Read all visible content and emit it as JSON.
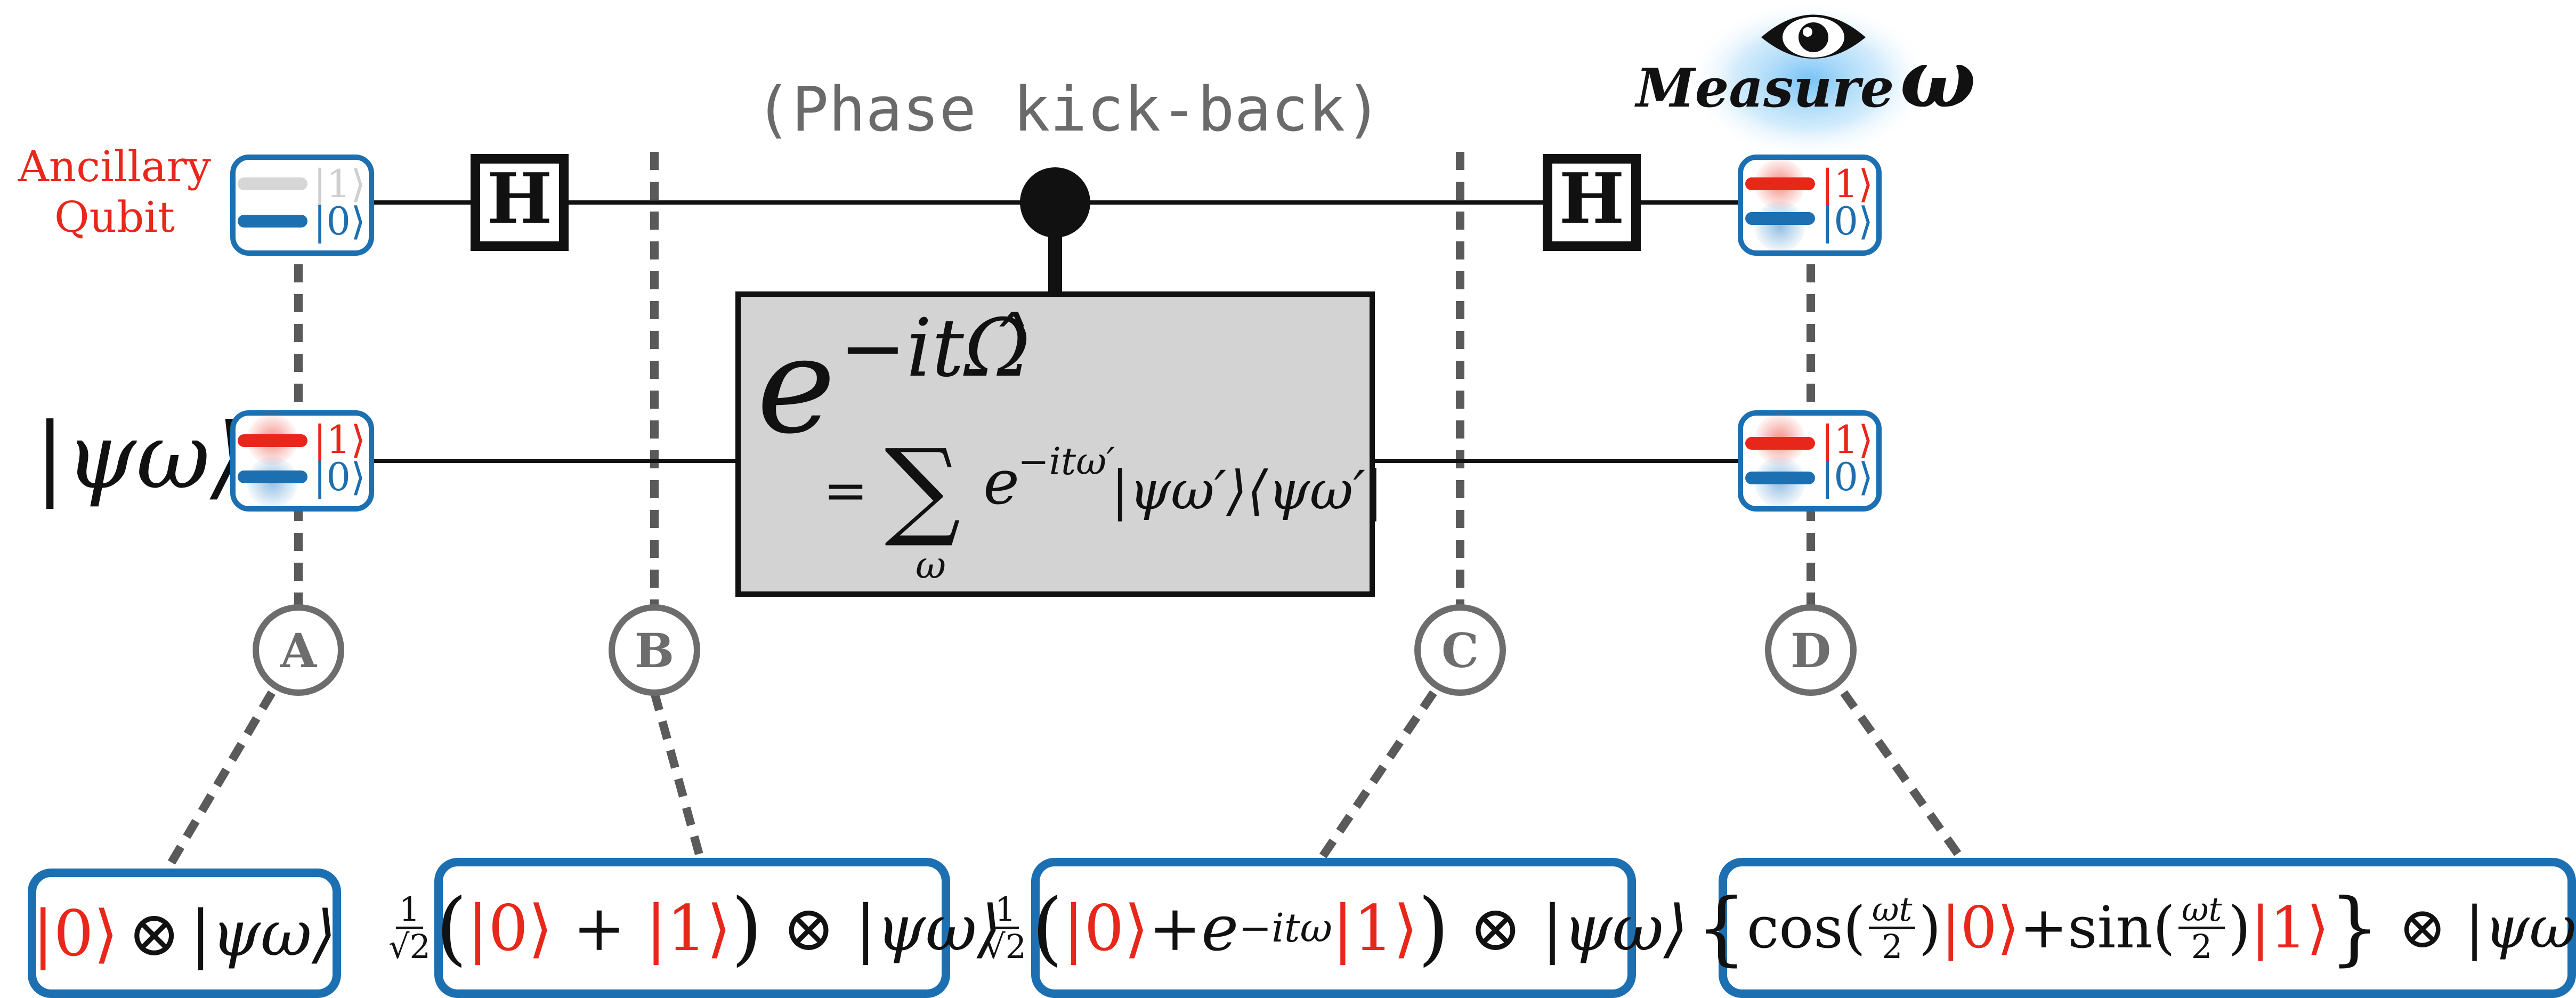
{
  "title_phase": "(Phase kick-back)",
  "measure_label": "Measure",
  "measure_symbol": "ω",
  "ancilla_label": [
    "Ancillary",
    "Qubit"
  ],
  "psi_label": "|ψω⟩",
  "gate_h": "H",
  "unitary": {
    "exp_base": "e",
    "exp_power": "−itΩ̂",
    "equals": "=",
    "sum": "∑",
    "sum_index": "ω",
    "term_base": "e",
    "term_power": "−itω′",
    "term_rest": "|ψω′⟩⟨ψω′|"
  },
  "ket_one": "|1⟩",
  "ket_zero": "|0⟩",
  "stages": [
    "A",
    "B",
    "C",
    "D"
  ],
  "equations": {
    "A": {
      "ket": "|0⟩",
      "tensor": "⊗",
      "psi": "|ψω⟩"
    },
    "B": {
      "frac_num": "1",
      "frac_den": "√2",
      "lp": "(",
      "k0": "|0⟩",
      "plus": " + ",
      "k1": "|1⟩",
      "rp": ")",
      "tensor": " ⊗ ",
      "psi": "|ψω⟩"
    },
    "C": {
      "frac_num": "1",
      "frac_den": "√2",
      "lp": "(",
      "k0": "|0⟩",
      "plus": "+",
      "e": "e",
      "ep": "−itω",
      "k1": "|1⟩",
      "rp": ")",
      "tensor": " ⊗ ",
      "psi": "|ψω⟩"
    },
    "D": {
      "lb": "{",
      "cos": "cos(",
      "frac": "ωt",
      "two": "2",
      "close": ")",
      "k0": "|0⟩",
      "plus": "+",
      "sin": "sin(",
      "k1": "|1⟩",
      "rb": "}",
      "tensor": " ⊗ ",
      "psi": "|ψω⟩"
    }
  },
  "colors": {
    "red": "#e8271b",
    "blue": "#1c6fb0",
    "box_fill": "#d3d3d3",
    "dash": "#5a5a5a",
    "glow": "#7fc4f5"
  }
}
